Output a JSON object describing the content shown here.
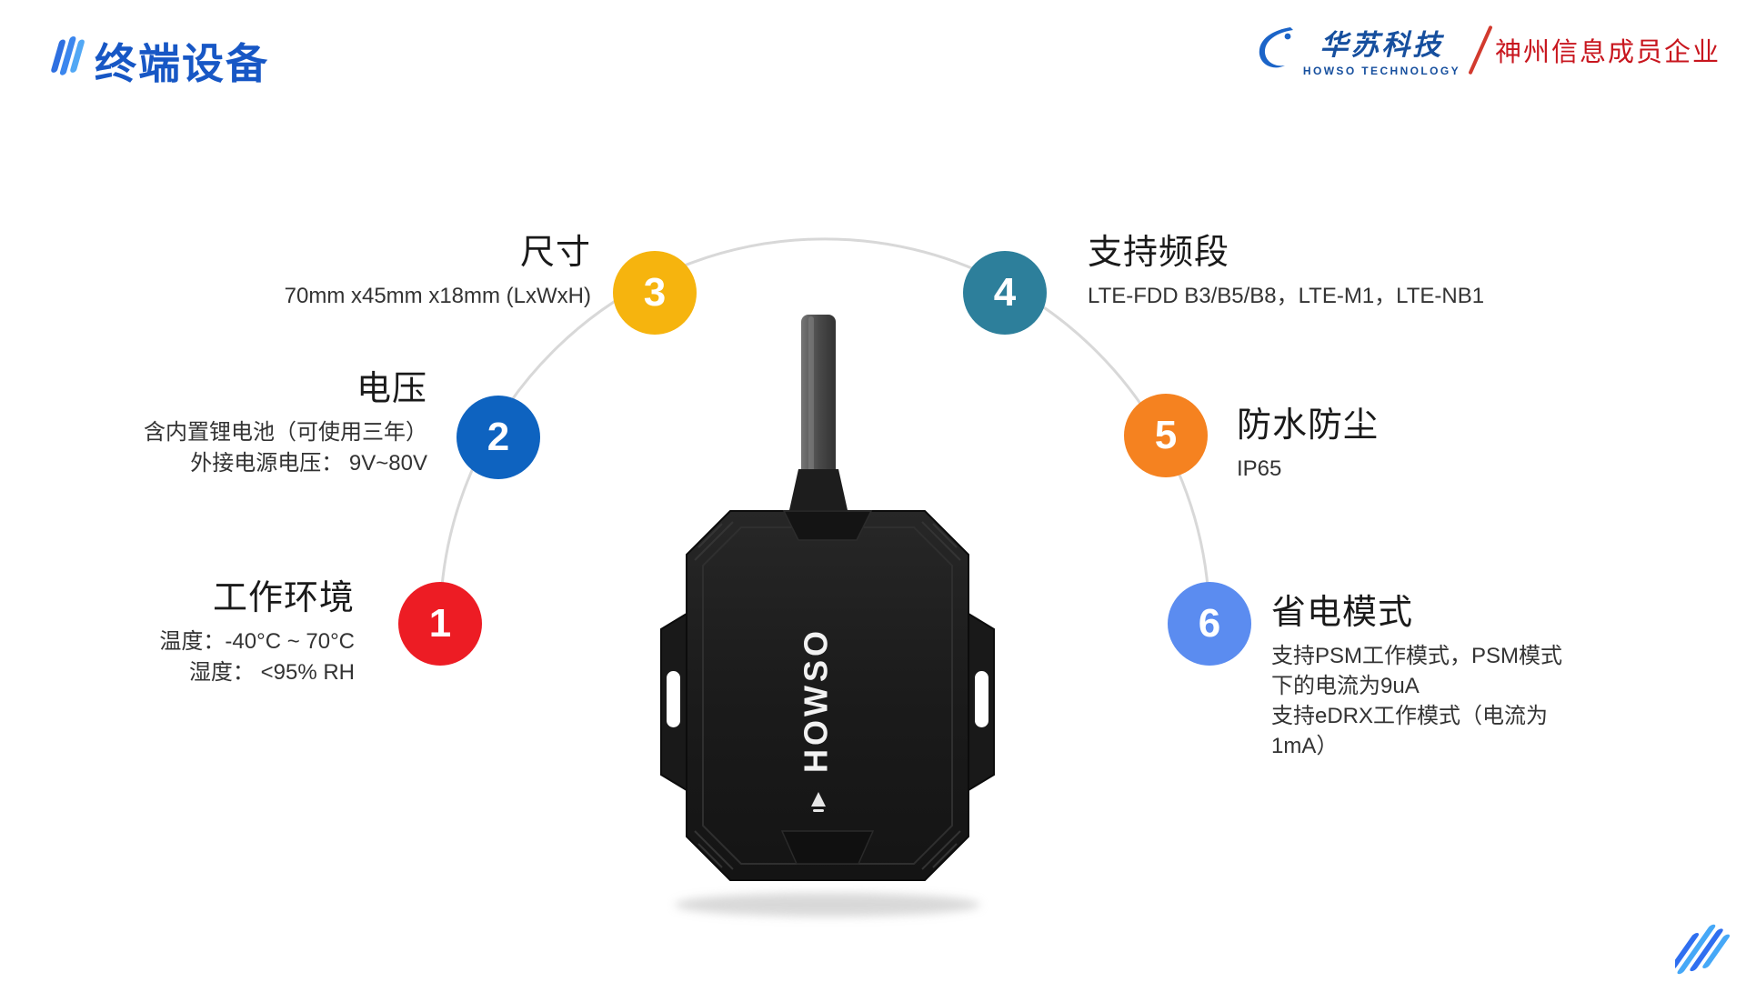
{
  "header": {
    "title": "终端设备",
    "brand": {
      "name_cn": "华苏科技",
      "name_en": "HOWSO TECHNOLOGY",
      "affiliation": "神州信息成员企业"
    }
  },
  "colors": {
    "title_blue": "#1757c5",
    "brand_blue": "#164f9e",
    "brand_red": "#c8161e"
  },
  "device": {
    "label": "HOWSO"
  },
  "items": [
    {
      "num": "1",
      "color": "#ed1c24",
      "title": "工作环境",
      "lines": [
        "温度：-40°C ~ 70°C",
        "湿度： <95% RH"
      ]
    },
    {
      "num": "2",
      "color": "#0e63c0",
      "title": "电压",
      "lines": [
        "含内置锂电池（可使用三年）",
        "外接电源电压： 9V~80V"
      ]
    },
    {
      "num": "3",
      "color": "#f6b40e",
      "title": "尺寸",
      "lines": [
        "70mm x45mm x18mm (LxWxH)"
      ]
    },
    {
      "num": "4",
      "color": "#2d7f9b",
      "title": "支持频段",
      "lines": [
        "LTE-FDD B3/B5/B8，LTE-M1，LTE-NB1"
      ]
    },
    {
      "num": "5",
      "color": "#f58220",
      "title": "防水防尘",
      "lines": [
        "IP65"
      ]
    },
    {
      "num": "6",
      "color": "#5b8cf0",
      "title": "省电模式",
      "lines": [
        "支持PSM工作模式，PSM模式",
        "下的电流为9uA",
        "支持eDRX工作模式（电流为",
        "1mA）"
      ]
    }
  ]
}
